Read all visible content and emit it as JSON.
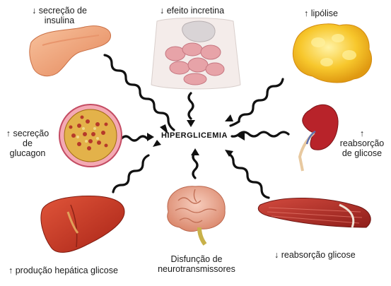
{
  "center": {
    "label": "HIPERGLICEMIA"
  },
  "organs": {
    "pancreas": {
      "line1": "↓ secreção de",
      "line2": "insulina",
      "icon": "pancreas-icon"
    },
    "intestine": {
      "line1": "↓ efeito incretina",
      "icon": "intestine-icon"
    },
    "fat": {
      "line1": "↑ lipólise",
      "icon": "adipose-tissue-icon"
    },
    "islet": {
      "line1": "↑ secreção",
      "line2": "de",
      "line3": "glucagon",
      "icon": "pancreatic-islet-icon"
    },
    "kidney": {
      "line1": "↑",
      "line2": "reabsorção",
      "line3": "de glicose",
      "icon": "kidney-icon"
    },
    "liver": {
      "line1": "↑ produção hepática glicose",
      "icon": "liver-icon"
    },
    "brain": {
      "line1": "Disfunção de",
      "line2": "neurotransmissores",
      "icon": "brain-icon"
    },
    "muscle": {
      "line1": "↓ reabsorção glicose",
      "icon": "muscle-icon"
    }
  },
  "colors": {
    "arrow": "#111111",
    "pancreas": "#f0a47a",
    "fat": "#f6c62e",
    "kidney": "#b8232a",
    "liver": "#c93a22",
    "brain": "#e9a58e",
    "muscle": "#b8302a",
    "intestine": "#e7a3a8"
  }
}
